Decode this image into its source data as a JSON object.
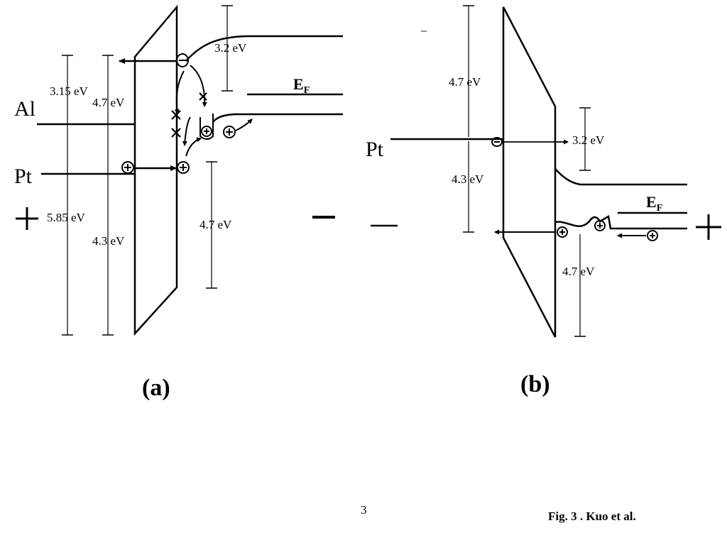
{
  "panel_a": {
    "label": "(a)",
    "metal_al": "Al",
    "metal_pt": "Pt",
    "barrier_al": "3.15 eV",
    "barrier_pt": "4.3 eV",
    "barrier_total": "5.85 eV",
    "vacuum_to_pt": "4.7 eV",
    "semi_cb_offset": "3.2 eV",
    "semi_vb_offset": "4.7 eV",
    "fermi_label": "E",
    "fermi_sub": "F",
    "plus_sign": "+",
    "minus_sign": "−"
  },
  "panel_b": {
    "label": "(b)",
    "metal_pt": "Pt",
    "upper_gap": "4.7 eV",
    "lower_gap": "4.3 eV",
    "cb_offset": "3.2 eV",
    "vb_offset": "4.7 eV",
    "fermi_label": "E",
    "fermi_sub": "F",
    "small_minus": "−",
    "minus_sign": "—",
    "plus_sign": "+"
  },
  "footer": {
    "page_number": "3",
    "caption": "Fig. 3 . Kuo et al."
  }
}
